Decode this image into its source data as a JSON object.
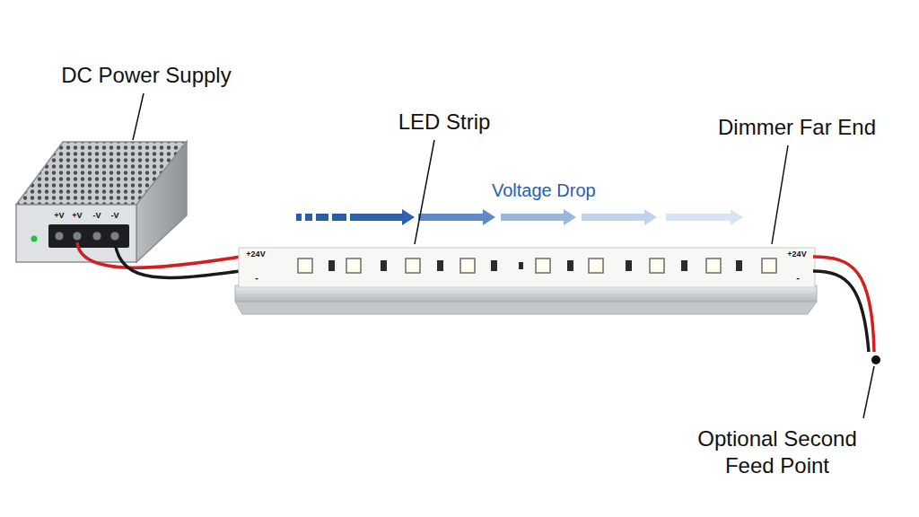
{
  "diagram": {
    "labels": [
      "DC Power Supply",
      "LED Strip",
      "Voltage Drop",
      "Dimmer Far End",
      "Optional Second Feed Point",
      "+V",
      "+V",
      "-V",
      "-V",
      "+24V",
      "-",
      "+24V",
      "-"
    ]
  }
}
